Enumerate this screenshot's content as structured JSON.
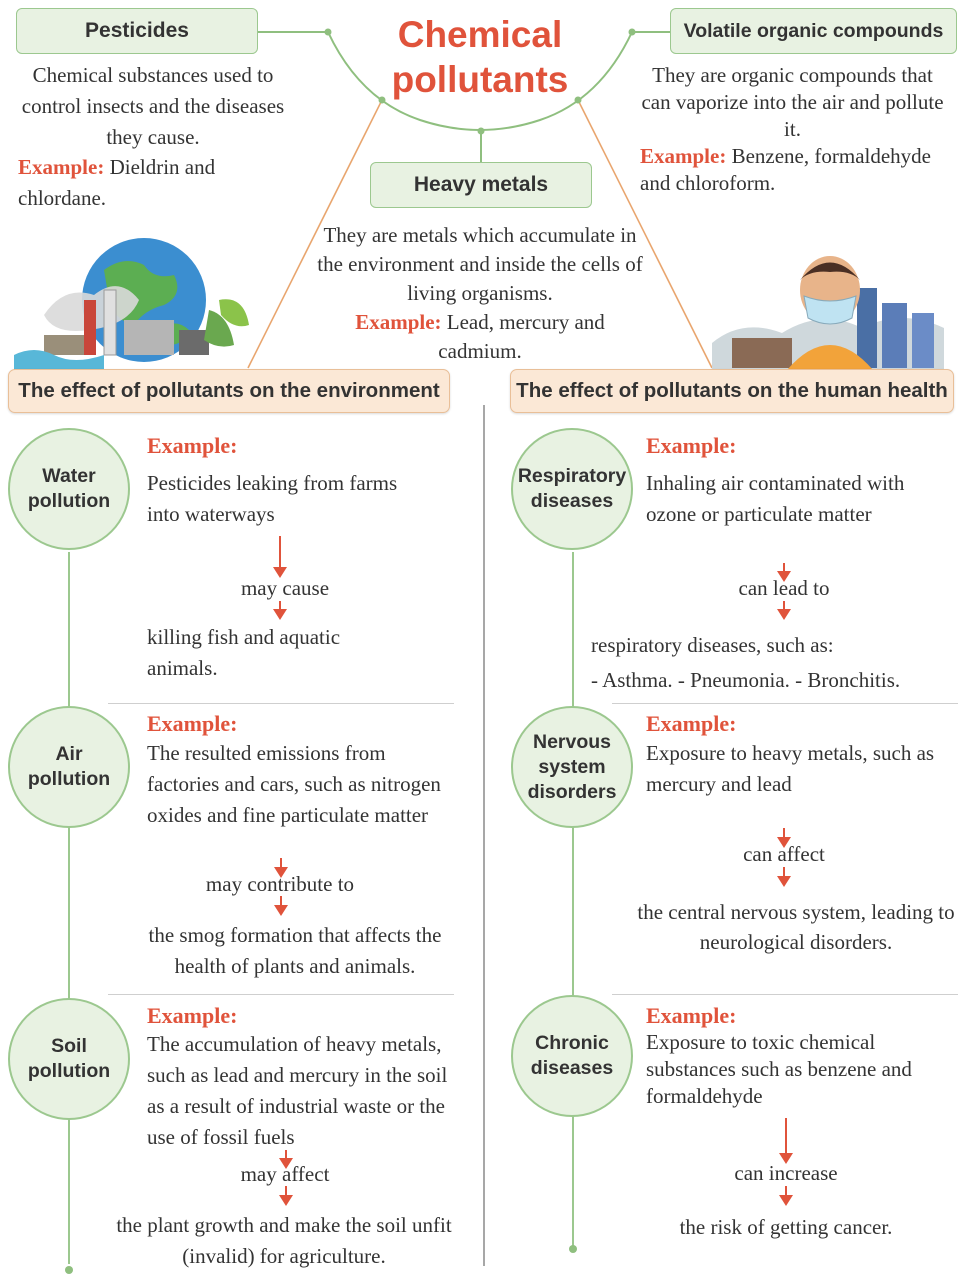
{
  "title": "Chemical pollutants",
  "pollutants": {
    "pesticides": {
      "label": "Pesticides",
      "desc": "Chemical substances used to control insects and the diseases they cause.",
      "example_label": "Example:",
      "example": "Dieldrin and chlordane."
    },
    "voc": {
      "label": "Volatile organic compounds",
      "desc": "They are organic compounds that can vaporize into the air and pollute it.",
      "example_label": "Example:",
      "example": "Benzene, formaldehyde and chloroform."
    },
    "heavy_metals": {
      "label": "Heavy metals",
      "desc": "They are metals which accumulate in the environment and inside the cells of living organisms.",
      "example_label": "Example:",
      "example": "Lead, mercury and cadmium."
    }
  },
  "environment": {
    "header": "The effect of pollutants on the environment",
    "items": [
      {
        "label": "Water pollution",
        "example_label": "Example:",
        "cause": "Pesticides leaking from farms into waterways",
        "link": "may cause",
        "effect": "killing fish and aquatic animals."
      },
      {
        "label": "Air pollution",
        "example_label": "Example:",
        "cause": "The resulted emissions from factories and cars, such as nitrogen oxides and fine particulate matter",
        "link": "may contribute to",
        "effect": "the smog formation that affects the health of plants and animals."
      },
      {
        "label": "Soil pollution",
        "example_label": "Example:",
        "cause": "The accumulation of heavy metals, such as lead and mercury in the soil as a result of industrial waste or the use of fossil fuels",
        "link": "may affect",
        "effect": "the plant growth and make the soil unfit (invalid) for agriculture."
      }
    ]
  },
  "health": {
    "header": "The effect of pollutants on the human health",
    "items": [
      {
        "label": "Respiratory diseases",
        "example_label": "Example:",
        "cause": "Inhaling air contaminated with ozone or particulate matter",
        "link": "can lead to",
        "effect": "respiratory diseases, such as:",
        "effect_list": "- Asthma. - Pneumonia. - Bronchitis."
      },
      {
        "label": "Nervous system disorders",
        "example_label": "Example:",
        "cause": "Exposure to heavy metals, such as mercury and lead",
        "link": "can affect",
        "effect": "the central nervous system, leading to neurological disorders."
      },
      {
        "label": "Chronic diseases",
        "example_label": "Example:",
        "cause": "Exposure to toxic chemical substances such as benzene and formaldehyde",
        "link": "can increase",
        "effect": "the risk of getting cancer."
      }
    ]
  },
  "colors": {
    "accent_red": "#e0533b",
    "green_fill": "#e8f2e2",
    "green_border": "#9cc88f",
    "header_fill": "#fbe8d6",
    "header_border": "#e9bf98"
  }
}
